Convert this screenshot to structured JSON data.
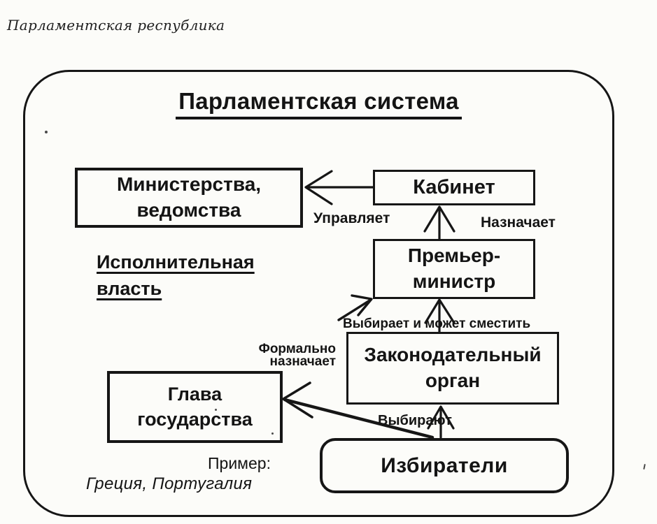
{
  "page": {
    "caption": "Парламентская республика"
  },
  "diagram": {
    "title": "Парламентская система",
    "paper_color": "#fcfcf9",
    "ink_color": "#161616",
    "nodes": {
      "ministries": "Министерства,\nведомства",
      "cabinet": "Кабинет",
      "prime_minister": "Премьер-\nминистр",
      "legislature": "Законодательный\nорган",
      "head_of_state": "Глава\nгосударства",
      "voters": "Избиратели"
    },
    "labels": {
      "executive_power": "Исполнительная\nвласть",
      "governs": "Управляет",
      "appoints": "Назначает",
      "elects_and_can_dismiss": "Выбирает и может сместить",
      "formally_appoints": "Формально\nназначает",
      "elect": "Выбирают",
      "example_caption": "Пример:",
      "example_countries": "Греция, Португалия"
    },
    "edges": [
      {
        "from": "Кабинет",
        "to": "Министерства, ведомства",
        "label": "Управляет"
      },
      {
        "from": "Премьер-министр",
        "to": "Кабинет",
        "label": "Назначает"
      },
      {
        "from": "Законодательный орган",
        "to": "Премьер-министр",
        "label": "Выбирает и может сместить"
      },
      {
        "from": "Глава государства",
        "to": "Премьер-министр",
        "label": "Формально назначает"
      },
      {
        "from": "Избиратели",
        "to": "Законодательный орган",
        "label": "Выбирают"
      },
      {
        "from": "Избиратели",
        "to": "Глава государства",
        "label": "Выбирают"
      }
    ]
  }
}
